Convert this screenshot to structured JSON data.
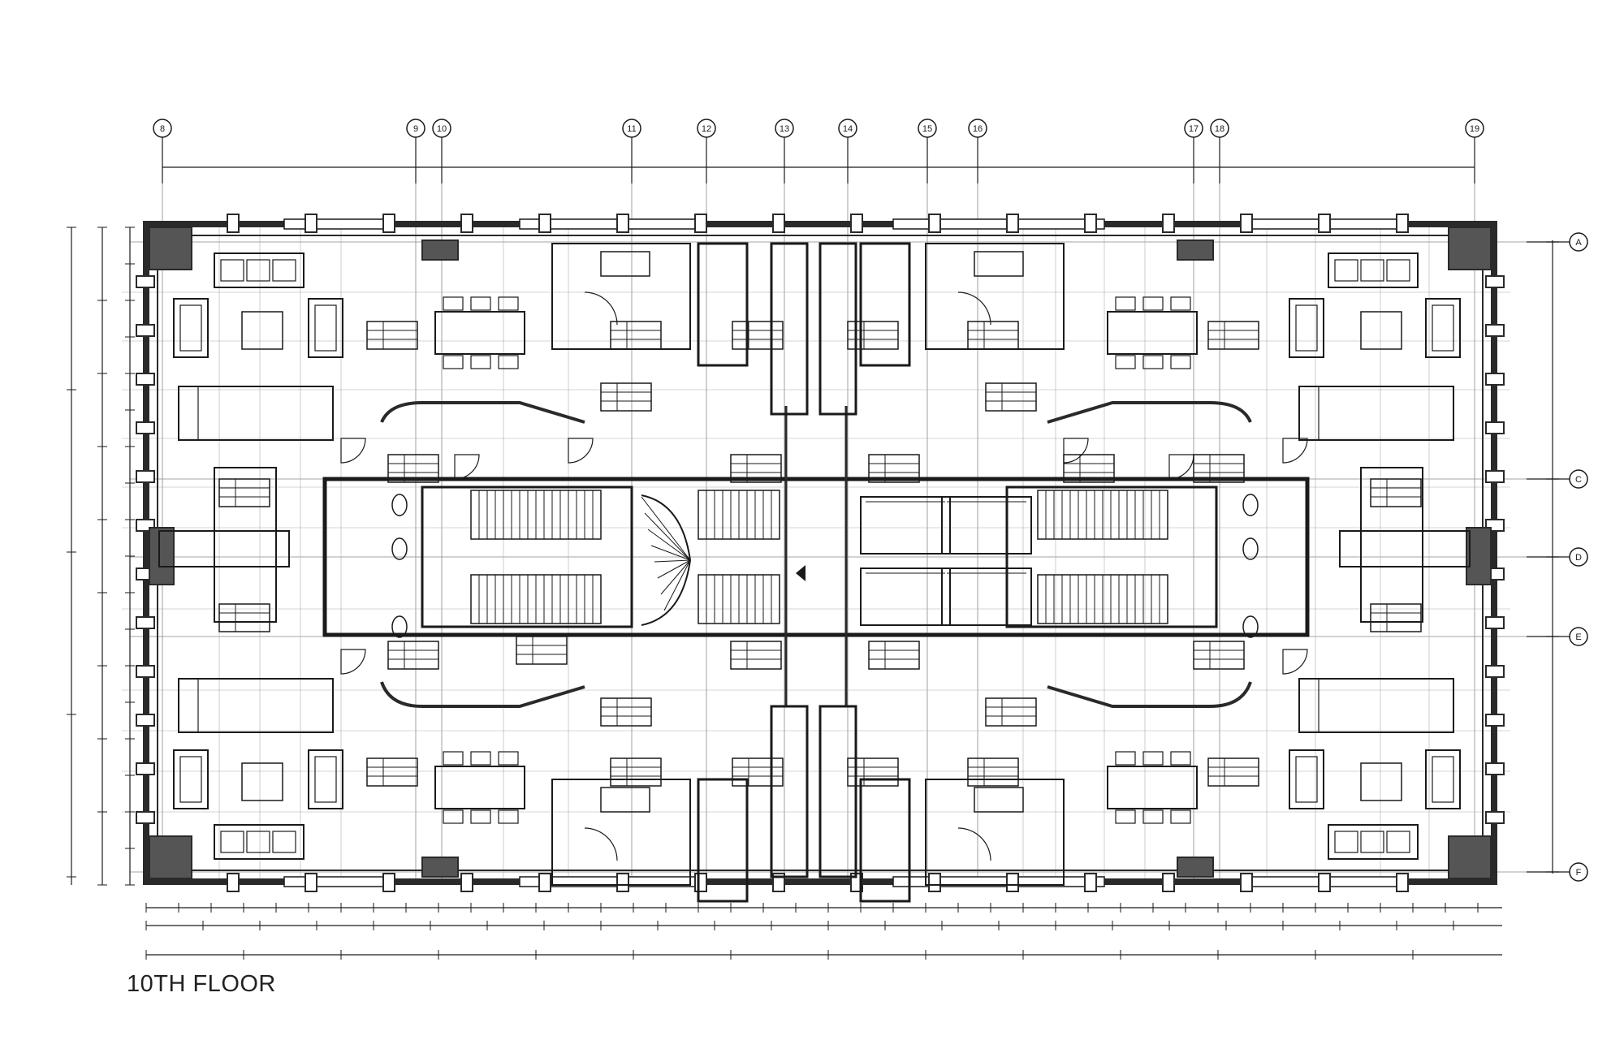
{
  "drawing": {
    "title": "10TH FLOOR",
    "line_color": "#1a1a1a",
    "wall_color": "#2a2a2a",
    "column_color": "#555555",
    "background": "#ffffff"
  },
  "grid": {
    "columns": [
      "8",
      "9",
      "10",
      "11",
      "12",
      "13",
      "14",
      "15",
      "16",
      "17",
      "18",
      "19"
    ],
    "rows": [
      "A",
      "C",
      "D",
      "E",
      "F"
    ]
  }
}
